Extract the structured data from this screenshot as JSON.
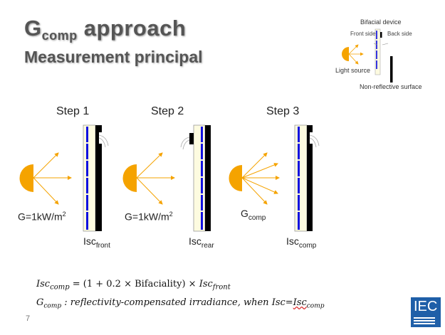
{
  "title": {
    "main_prefix": "G",
    "main_sub": "comp",
    "main_suffix": " approach",
    "subtitle": "Measurement principal"
  },
  "inset": {
    "device_label": "Bifacial device",
    "front_label": "Front side",
    "back_label": "Back side",
    "light_label": "Light source",
    "surface_label": "Non-reflective surface"
  },
  "steps": [
    {
      "title": "Step 1",
      "irr_main": "G=1kW/m",
      "irr_sup": "2",
      "isc_main": "Isc",
      "isc_sub": "front"
    },
    {
      "title": "Step 2",
      "irr_main": "G=1kW/m",
      "irr_sup": "2",
      "isc_main": "Isc",
      "isc_sub": "rear"
    },
    {
      "title": "Step 3",
      "irr_main": "G",
      "irr_sub": "comp",
      "isc_main": "Isc",
      "isc_sub": "comp"
    }
  ],
  "equation": {
    "lhs": "Isc",
    "lhs_sub": "comp",
    "mid": " = (1 + 0.2 × Bifaciality) × ",
    "rhs": "Isc",
    "rhs_sub": "front"
  },
  "definition": {
    "sym": "G",
    "sym_sub": "comp",
    "text": " : reflectivity-compensated irradiance, when Isc=",
    "end": "Isc",
    "end_sub": "comp"
  },
  "page_number": "7",
  "logo": "IEC",
  "colors": {
    "light": "#f5a300",
    "cell": "#1010e0",
    "panel": "#fdfbe0"
  }
}
